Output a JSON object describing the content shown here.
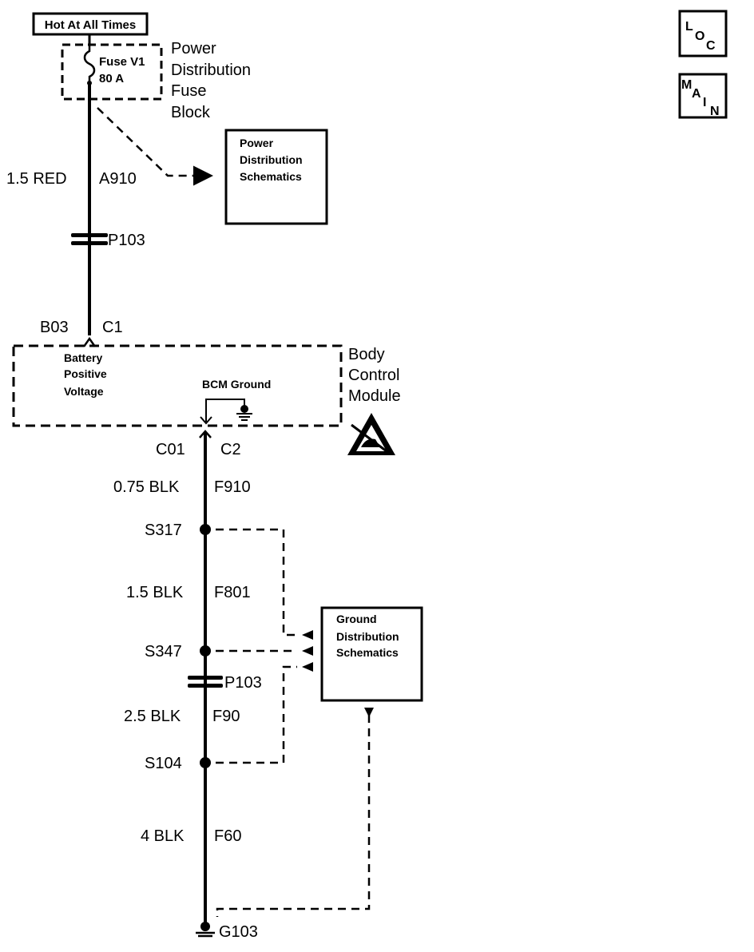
{
  "header": {
    "hot_label": "Hot At All Times"
  },
  "nav": {
    "loc": {
      "l1": "L",
      "l2": "O",
      "l3": "C"
    },
    "main": {
      "l1": "M",
      "l2": "A",
      "l3": "I",
      "l4": "N"
    }
  },
  "fuse": {
    "name": "Fuse V1",
    "rating": "80 A",
    "block_label": [
      "Power",
      "Distribution",
      "Fuse",
      "Block"
    ]
  },
  "ref_power": {
    "lines": [
      "Power",
      "Distribution",
      "Schematics"
    ]
  },
  "ref_ground": {
    "lines": [
      "Ground",
      "Distribution",
      "Schematics"
    ]
  },
  "wires": {
    "w1_gauge": "1.5 RED",
    "w1_circuit": "A910",
    "w2_gauge": "0.75 BLK",
    "w2_circuit": "F910",
    "w3_gauge": "1.5 BLK",
    "w3_circuit": "F801",
    "w4_gauge": "2.5 BLK",
    "w4_circuit": "F90",
    "w5_gauge": "4 BLK",
    "w5_circuit": "F60"
  },
  "connectors": {
    "p103_top": "P103",
    "b03": "B03",
    "c1": "C1",
    "c01": "C01",
    "c2": "C2",
    "p103_bottom": "P103"
  },
  "bcm": {
    "label": [
      "Body",
      "Control",
      "Module"
    ],
    "pin_label": [
      "Battery",
      "Positive",
      "Voltage"
    ],
    "ground_label": "BCM Ground"
  },
  "splices": {
    "s317": "S317",
    "s347": "S347",
    "s104": "S104"
  },
  "ground": {
    "g103": "G103"
  }
}
